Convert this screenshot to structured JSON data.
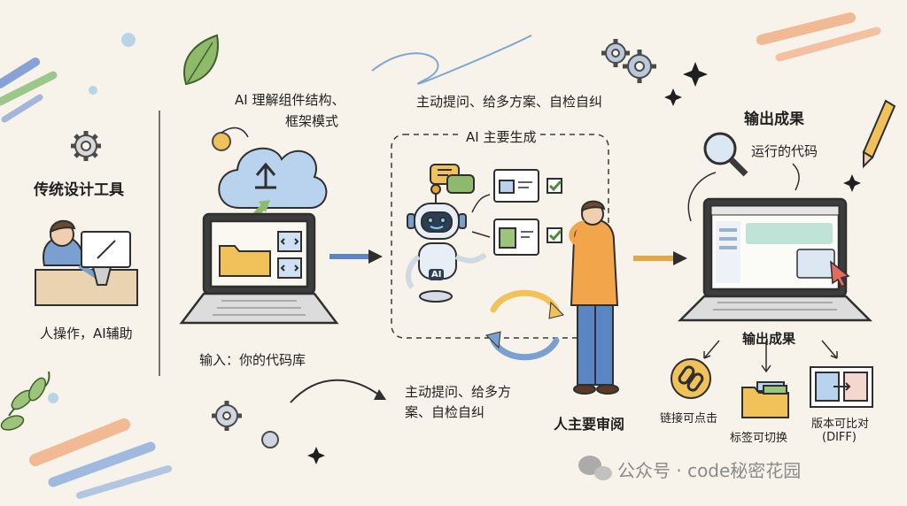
{
  "left": {
    "title": "传统设计工具",
    "caption": "人操作，AI辅助"
  },
  "input": {
    "ai_note_line1": "AI 理解组件结构、",
    "ai_note_line2": "框架模式",
    "caption": "输入：你的代码库"
  },
  "center": {
    "top_note": "主动提问、给多方案、自检自纠",
    "box_label": "AI 主要生成",
    "bottom_note_line1": "主动提问、给多方",
    "bottom_note_line2": "案、自检自纠",
    "robot_chip": "AI",
    "human_caption": "人主要审阅"
  },
  "output": {
    "title": "输出成果",
    "code_label": "运行的代码",
    "sub_title": "输出成果",
    "items": [
      {
        "label": "链接可点击",
        "icon": "link-icon"
      },
      {
        "label": "标签可切换",
        "icon": "folder-tabs-icon"
      },
      {
        "label_line1": "版本可比对",
        "label_line2": "(DIFF)",
        "icon": "diff-compare-icon"
      }
    ]
  },
  "watermark": "公众号 · code秘密花园",
  "colors": {
    "background": "#f7f3ea",
    "arrow_blue": "#5b86c4",
    "arrow_orange": "#e8a640",
    "cloud_blue": "#b9d3ee",
    "folder_yellow": "#f2c25a",
    "leaf_green": "#8fb96b",
    "stroke_dark": "#2f2f2f"
  }
}
